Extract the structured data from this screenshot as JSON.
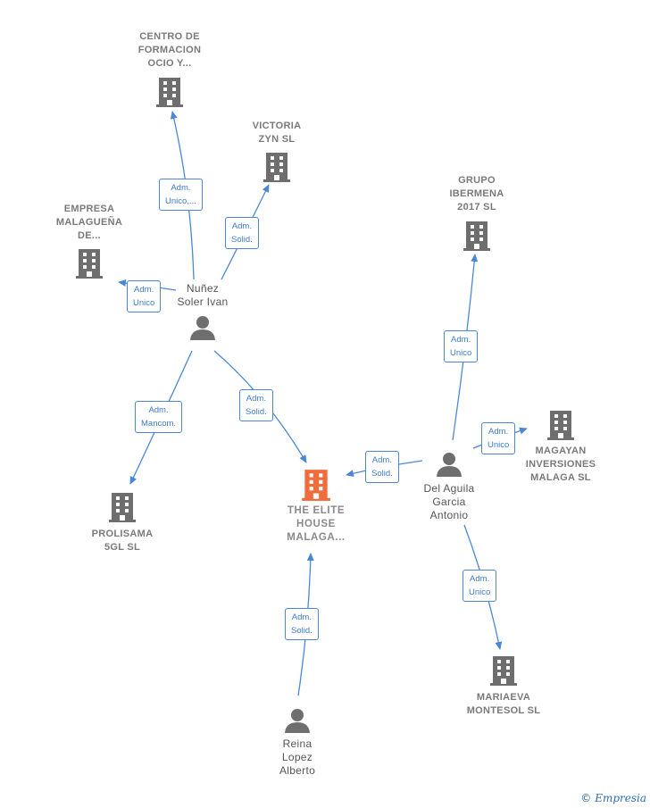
{
  "colors": {
    "edge": "#4a88d6",
    "company": "#6e6e6e",
    "main_company": "#f26b3a",
    "person": "#6e6e6e"
  },
  "companies": {
    "centro": [
      "CENTRO DE",
      "FORMACION",
      "OCIO Y..."
    ],
    "victoria": [
      "VICTORIA",
      "ZYN  SL"
    ],
    "empresa": [
      "EMPRESA",
      "MALAGUEÑA",
      "DE..."
    ],
    "grupo": [
      "GRUPO",
      "IBERMENA",
      "2017  SL"
    ],
    "magayan": [
      "MAGAYAN",
      "INVERSIONES",
      "MALAGA SL"
    ],
    "prolisama": [
      "PROLISAMA",
      "5GL  SL"
    ],
    "elite": [
      "THE ELITE",
      "HOUSE",
      "MALAGA..."
    ],
    "mariaeva": [
      "MARIAEVA",
      "MONTESOL  SL"
    ]
  },
  "persons": {
    "nunez": [
      "Nuñez",
      "Soler Ivan"
    ],
    "delaguila": [
      "Del Aguila",
      "Garcia",
      "Antonio"
    ],
    "reina": [
      "Reina",
      "Lopez",
      "Alberto"
    ]
  },
  "edges": {
    "e_centro": [
      "Adm.",
      "Unico,..."
    ],
    "e_victoria": [
      "Adm.",
      "Solid."
    ],
    "e_empresa": [
      "Adm.",
      "Unico"
    ],
    "e_prolisama": [
      "Adm.",
      "Mancom."
    ],
    "e_elite_nunez": [
      "Adm.",
      "Solid."
    ],
    "e_grupo": [
      "Adm.",
      "Unico"
    ],
    "e_magayan": [
      "Adm.",
      "Unico"
    ],
    "e_elite_delaguila": [
      "Adm.",
      "Solid."
    ],
    "e_mariaeva": [
      "Adm.",
      "Unico"
    ],
    "e_elite_reina": [
      "Adm.",
      "Solid."
    ]
  },
  "credit": {
    "symbol": "©",
    "brand": "Empresia"
  }
}
